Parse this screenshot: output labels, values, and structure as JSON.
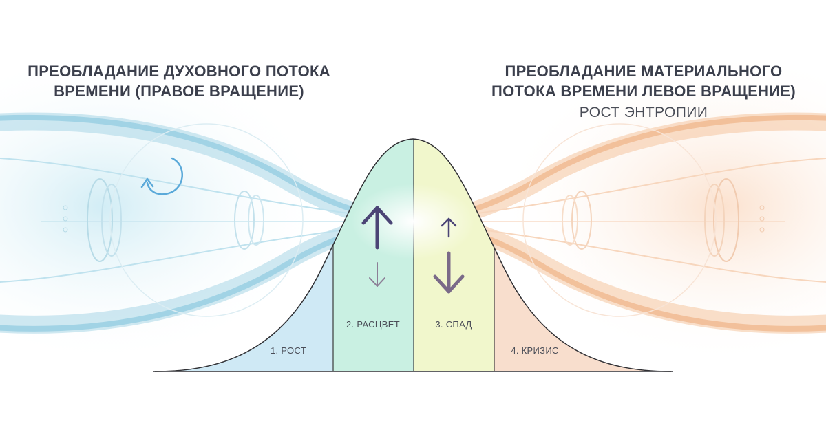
{
  "left_heading": {
    "line1": "ПРЕОБЛАДАНИЕ ДУХОВНОГО ПОТОКА",
    "line2": "ВРЕМЕНИ (ПРАВОЕ ВРАЩЕНИЕ)"
  },
  "right_heading": {
    "line1": "ПРЕОБЛАДАНИЕ МАТЕРИАЛЬНОГО",
    "line2": "ПОТОКА ВРЕМЕНИ ЛЕВОЕ ВРАЩЕНИЕ)",
    "subtitle": "РОСТ ЭНТРОПИИ"
  },
  "phases": [
    {
      "label": "1. РОСТ",
      "color": "#cfe9f5"
    },
    {
      "label": "2. РАСЦВЕТ",
      "color": "#c9f0e2"
    },
    {
      "label": "3. СПАД",
      "color": "#f1f7cc"
    },
    {
      "label": "4. КРИЗИС",
      "color": "#f8decd"
    }
  ],
  "colors": {
    "left_flow": "#9fd3e4",
    "right_flow": "#f4c39e",
    "arrow_dark": "#4b4476",
    "arrow_light": "#8c7e96",
    "rotation_arrow": "#5aa9d9"
  },
  "icons": [
    "rotation-arrow-icon",
    "arrow-up-icon",
    "arrow-down-icon"
  ]
}
